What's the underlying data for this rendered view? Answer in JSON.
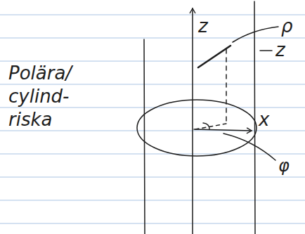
{
  "diagram": {
    "labels": [
      "z",
      "ρ",
      "Polära/ cylind- riska",
      "z",
      "x",
      "φ"
    ]
  }
}
